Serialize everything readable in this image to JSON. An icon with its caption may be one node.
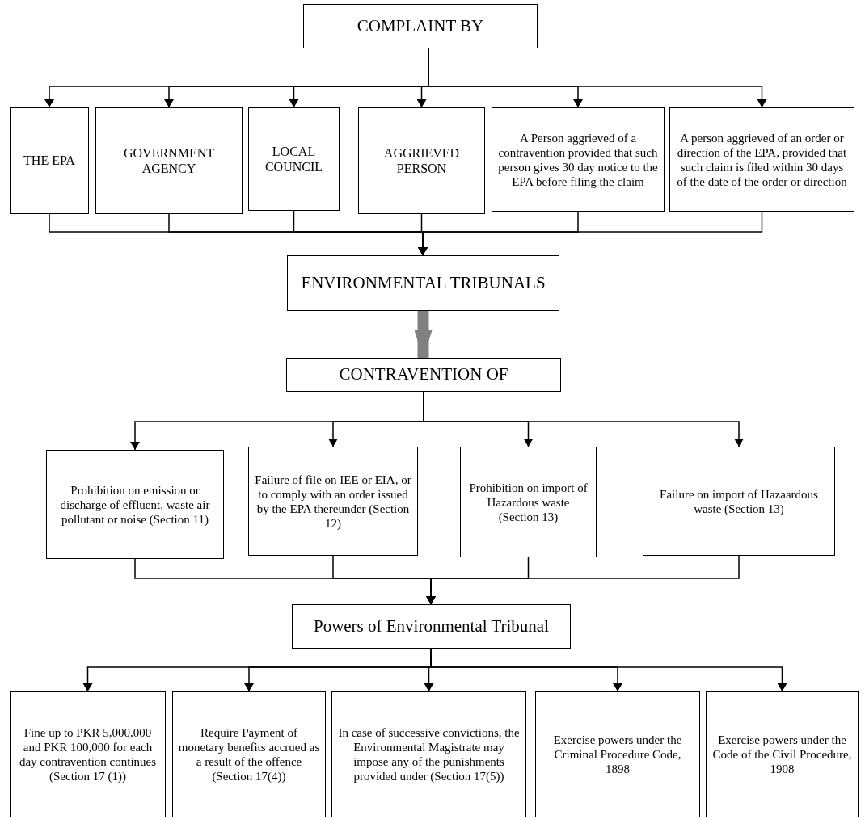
{
  "diagram": {
    "nodes": [
      {
        "text": [
          "COMPLAINT BY"
        ]
      },
      {
        "text": [
          "THE EPA"
        ]
      },
      {
        "text": [
          "GOVERNMENT AGENCY"
        ]
      },
      {
        "text": [
          "LOCAL COUNCIL"
        ]
      },
      {
        "text": [
          "AGGRIEVED PERSON"
        ]
      },
      {
        "text": [
          "A Person aggrieved of a contravention provided that such person gives 30 day notice to the EPA before filing the claim"
        ]
      },
      {
        "text": [
          "A person aggrieved of an order or direction of the EPA, provided that such claim is filed within 30 days of the date of the order or direction"
        ]
      },
      {
        "text": [
          "ENVIRONMENTAL TRIBUNALS"
        ]
      },
      {
        "text": [
          "CONTRAVENTION OF"
        ]
      },
      {
        "text": [
          "Prohibition on emission or discharge of effluent, waste air pollutant or noise (Section 11)"
        ]
      },
      {
        "text": [
          "Failure of file on IEE or EIA, or to comply with an order issued by the EPA thereunder (Section 12)"
        ]
      },
      {
        "text": [
          "Prohibition on import of Hazardous waste (Section 13)"
        ]
      },
      {
        "text": [
          "Failure on import of Hazaardous waste (Section 13)"
        ]
      },
      {
        "text": [
          "Powers of Environmental Tribunal"
        ]
      },
      {
        "text": [
          "Fine up to PKR 5,000,000 and PKR 100,000 for each day contravention continues (Section 17 (1))"
        ]
      },
      {
        "text": [
          "Require Payment of monetary benefits accrued as a result of the offence (Section 17(4))"
        ]
      },
      {
        "text": [
          "In case of successive convictions, the Environmental Magistrate may impose any of the punishments provided under (Section 17(5))"
        ]
      },
      {
        "text": [
          "Exercise powers under the Criminal Procedure Code, 1898"
        ]
      },
      {
        "text": [
          "Exercise powers under the Code of the Civil Procedure, 1908"
        ]
      }
    ],
    "edges": [
      {
        "from": 0,
        "to": 1,
        "arrow": "to"
      },
      {
        "from": 0,
        "to": 2,
        "arrow": "to"
      },
      {
        "from": 0,
        "to": 3,
        "arrow": "to"
      },
      {
        "from": 0,
        "to": 4,
        "arrow": "to"
      },
      {
        "from": 0,
        "to": 5,
        "arrow": "to"
      },
      {
        "from": 0,
        "to": 6,
        "arrow": "to"
      },
      {
        "from": 1,
        "to": 7,
        "arrow": "to"
      },
      {
        "from": 2,
        "to": 7,
        "arrow": "to"
      },
      {
        "from": 3,
        "to": 7,
        "arrow": "to"
      },
      {
        "from": 4,
        "to": 7,
        "arrow": "to"
      },
      {
        "from": 5,
        "to": 7,
        "arrow": "to"
      },
      {
        "from": 6,
        "to": 7,
        "arrow": "to"
      },
      {
        "from": 7,
        "to": 8,
        "arrow": "to",
        "style": "thick",
        "color": "#808080"
      },
      {
        "from": 8,
        "to": 9,
        "arrow": "to"
      },
      {
        "from": 8,
        "to": 10,
        "arrow": "to"
      },
      {
        "from": 8,
        "to": 11,
        "arrow": "to"
      },
      {
        "from": 8,
        "to": 12,
        "arrow": "to"
      },
      {
        "from": 9,
        "to": 13,
        "arrow": "to"
      },
      {
        "from": 10,
        "to": 13,
        "arrow": "to"
      },
      {
        "from": 11,
        "to": 13,
        "arrow": "to"
      },
      {
        "from": 12,
        "to": 13,
        "arrow": "to"
      },
      {
        "from": 13,
        "to": 14,
        "arrow": "to"
      },
      {
        "from": 13,
        "to": 15,
        "arrow": "to"
      },
      {
        "from": 13,
        "to": 16,
        "arrow": "to"
      },
      {
        "from": 13,
        "to": 17,
        "arrow": "to"
      },
      {
        "from": 13,
        "to": 18,
        "arrow": "to"
      }
    ]
  }
}
